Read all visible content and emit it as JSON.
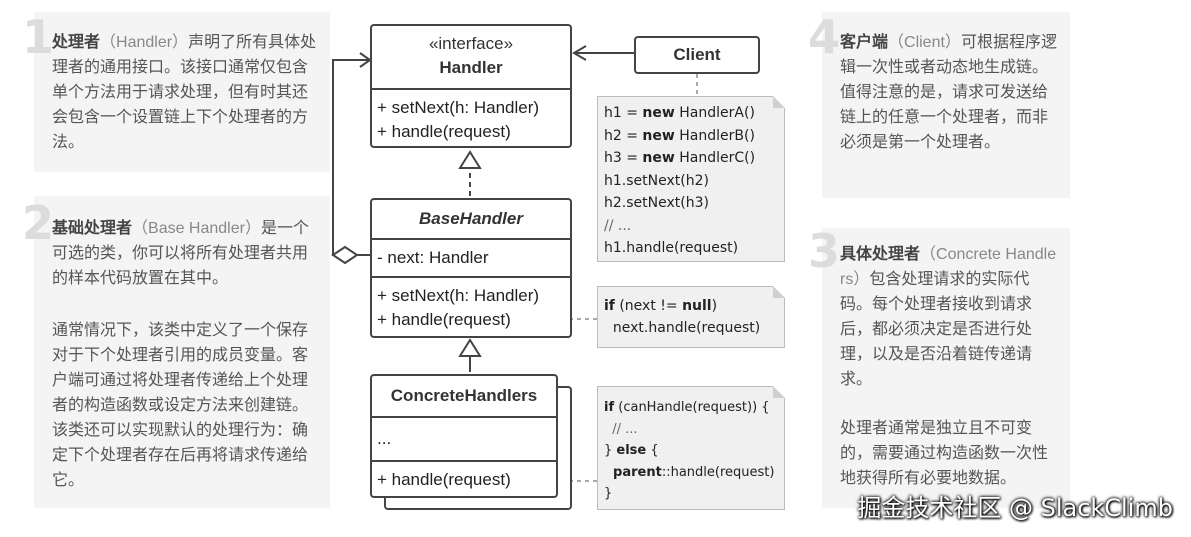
{
  "panels": {
    "handler": {
      "num": "1",
      "title": "处理者",
      "en": "（Handler）",
      "text": "声明了所有具体处理者的通用接口。该接口通常仅包含单个方法用于请求处理，但有时其还会包含一个设置链上下个处理者的方法。"
    },
    "base_handler": {
      "num": "2",
      "title": "基础处理者",
      "en": "（Base Handler）",
      "text": "是一个可选的类，你可以将所有处理者共用的样本代码放置在其中。",
      "text2": "通常情况下，该类中定义了一个保存对于下个处理者引用的成员变量。客户端可通过将处理者传递给上个处理者的构造函数或设定方法来创建链。该类还可以实现默认的处理行为：确定下个处理者存在后再将请求传递给它。"
    },
    "client": {
      "num": "4",
      "title": "客户端",
      "en": "（Client）",
      "text": "可根据程序逻辑一次性或者动态地生成链。值得注意的是，请求可发送给链上的任意一个处理者，而非必须是第一个处理者。"
    },
    "concrete": {
      "num": "3",
      "title": "具体处理者",
      "en": "（Concrete Handlers）",
      "text": "包含处理请求的实际代码。每个处理者接收到请求后，都必须决定是否进行处理，以及是否沿着链传递请求。",
      "text2": "处理者通常是独立且不可变的，需要通过构造函数一次性地获得所有必要地数据。"
    }
  },
  "uml": {
    "handler": {
      "stereotype": "«interface»",
      "name": "Handler",
      "methods": [
        "+ setNext(h: Handler)",
        "+ handle(request)"
      ]
    },
    "base_handler": {
      "name": "BaseHandler",
      "fields": [
        "- next: Handler"
      ],
      "methods": [
        "+ setNext(h: Handler)",
        "+ handle(request)"
      ]
    },
    "concrete": {
      "name": "ConcreteHandlers",
      "fields": [
        "..."
      ],
      "methods": [
        "+ handle(request)"
      ]
    },
    "client": {
      "name": "Client"
    }
  },
  "notes": {
    "client_code": [
      {
        "pre": "h1 = ",
        "kw": "new",
        "post": " HandlerA()"
      },
      {
        "pre": "h2 = ",
        "kw": "new",
        "post": " HandlerB()"
      },
      {
        "pre": "h3 = ",
        "kw": "new",
        "post": " HandlerC()"
      },
      {
        "pre": "h1.setNext(h2)",
        "kw": "",
        "post": ""
      },
      {
        "pre": "h2.setNext(h3)",
        "kw": "",
        "post": ""
      },
      {
        "pre": "// ...",
        "kw": "",
        "post": ""
      },
      {
        "pre": "h1.handle(request)",
        "kw": "",
        "post": ""
      }
    ],
    "base_code": {
      "l1_kw1": "if",
      "l1_mid": " (next != ",
      "l1_kw2": "null",
      "l1_end": ")",
      "l2": "  next.handle(request)"
    },
    "concrete_code": {
      "l1_kw": "if",
      "l1_rest": " (canHandle(request)) {",
      "l2": "  // ...",
      "l3_pre": "} ",
      "l3_kw": "else",
      "l3_post": " {",
      "l4_kw": "  parent",
      "l4_rest": "::handle(request)",
      "l5": "}"
    }
  },
  "watermark": "掘金技术社区 @ SlackClimb"
}
